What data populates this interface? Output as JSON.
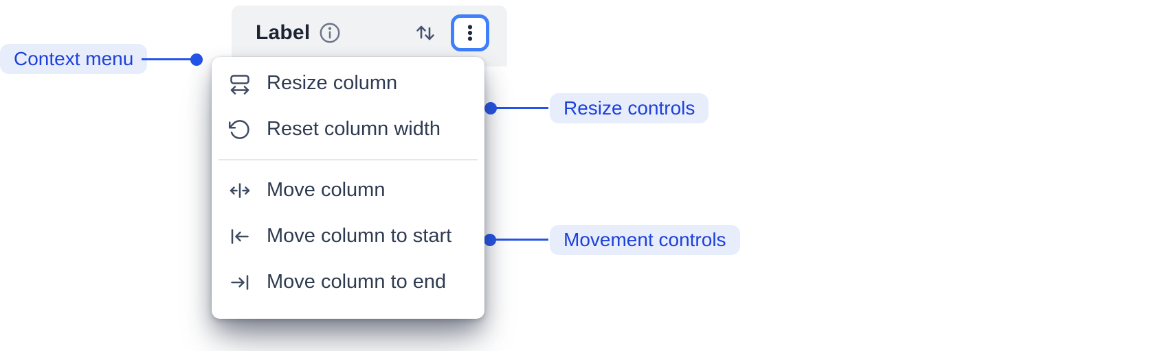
{
  "colors": {
    "accent_blue": "#2353e8",
    "annotation_text": "#1c41da",
    "annotation_pill_bg": "#e8edfc",
    "focus_ring_blue": "#3d7ffc",
    "header_bg": "#f1f2f4",
    "menu_bg": "#ffffff",
    "menu_text": "#2e3a50",
    "icon_gray": "#44546f"
  },
  "header": {
    "label": "Label",
    "icons": [
      "info-icon",
      "sort-icon",
      "more-vertical-icon"
    ]
  },
  "menu": {
    "items": [
      {
        "label": "Resize column",
        "icon": "resize-column-icon",
        "group": "resize"
      },
      {
        "label": "Reset column width",
        "icon": "reset-column-width-icon",
        "group": "resize"
      },
      {
        "label": "Move column",
        "icon": "move-column-icon",
        "group": "movement"
      },
      {
        "label": "Move column to start",
        "icon": "move-column-to-start-icon",
        "group": "movement"
      },
      {
        "label": "Move column to end",
        "icon": "move-column-to-end-icon",
        "group": "movement"
      }
    ]
  },
  "annotations": [
    {
      "label": "Context menu"
    },
    {
      "label": "Resize controls"
    },
    {
      "label": "Movement controls"
    }
  ]
}
